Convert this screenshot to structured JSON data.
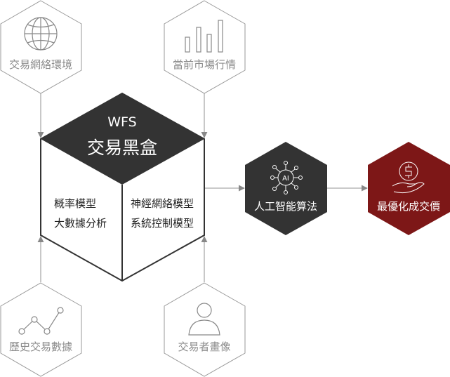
{
  "inputs": {
    "network": {
      "label": "交易網絡環境",
      "icon": "globe-icon"
    },
    "market": {
      "label": "當前市場行情",
      "icon": "bar-chart-icon"
    },
    "history": {
      "label": "歷史交易數據",
      "icon": "line-chart-icon"
    },
    "profile": {
      "label": "交易者畫像",
      "icon": "user-icon"
    }
  },
  "blackbox": {
    "brand": "WFS",
    "title": "交易黑盒",
    "left_models": [
      "概率模型",
      "大數據分析"
    ],
    "right_models": [
      "神經網絡模型",
      "系統控制模型"
    ]
  },
  "ai": {
    "label": "人工智能算法",
    "badge": "AI",
    "icon": "ai-network-icon"
  },
  "result": {
    "label": "最優化成交價",
    "icon": "dollar-hand-icon"
  },
  "colors": {
    "dark": "#333333",
    "accent": "#7d1717",
    "line": "#9a9a9a"
  }
}
